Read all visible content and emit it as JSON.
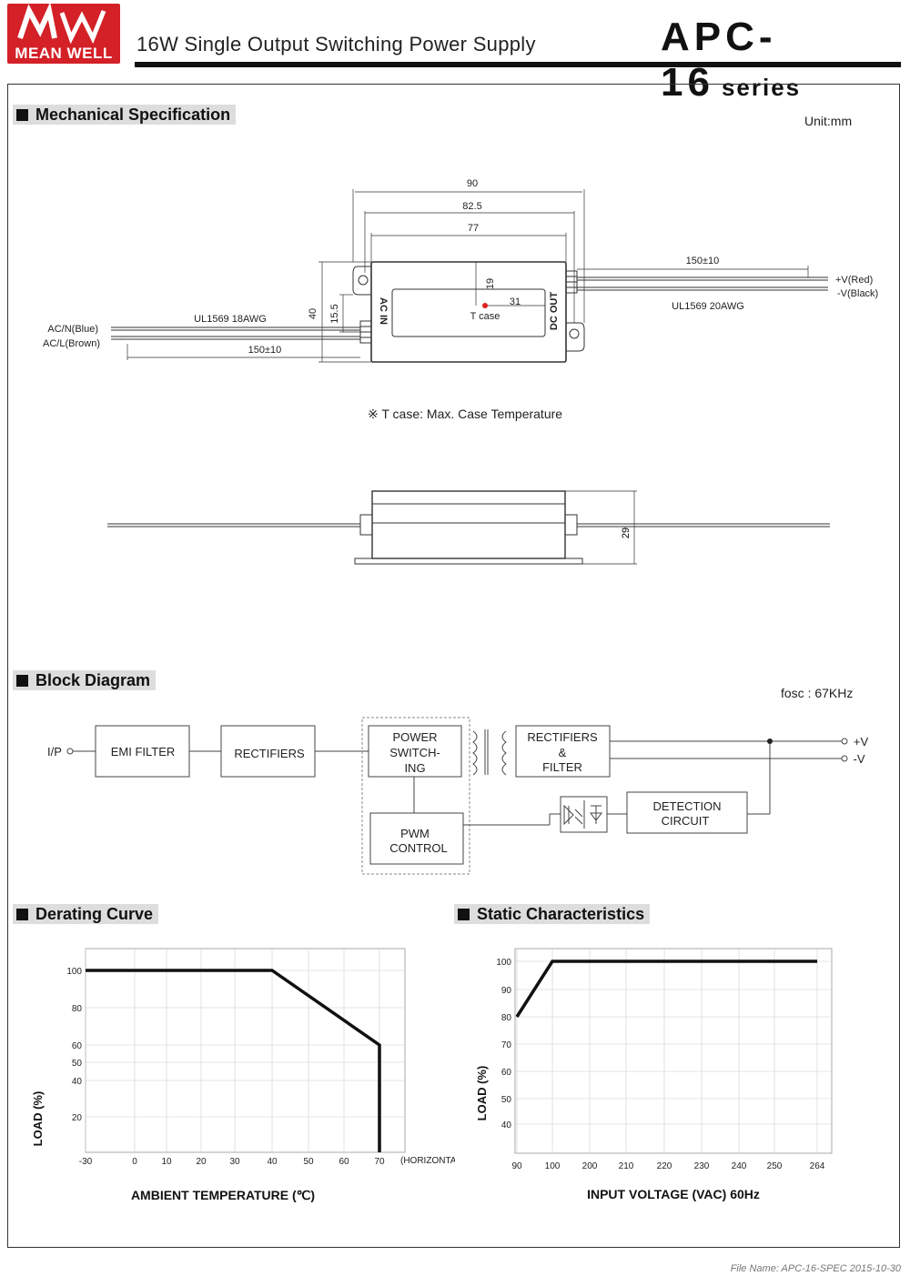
{
  "header": {
    "brand": "MEAN WELL",
    "subtitle": "16W Single Output Switching Power Supply",
    "model": "APC-16",
    "series_word": "series"
  },
  "mechanical": {
    "heading": "Mechanical Specification",
    "unit": "Unit:mm",
    "dim_90": "90",
    "dim_82_5": "82.5",
    "dim_77": "77",
    "dim_150_right": "150±10",
    "dim_150_left": "150±10",
    "dim_40": "40",
    "dim_15_5": "15.5",
    "dim_19": "19",
    "dim_31": "31",
    "dim_29": "29",
    "tcase": "T case",
    "ac_in": "AC IN",
    "dc_out": "DC OUT",
    "wire_in": "UL1569  18AWG",
    "wire_out": "UL1569  20AWG",
    "acn": "AC/N(Blue)",
    "acl": "AC/L(Brown)",
    "vpos": "+V(Red)",
    "vneg": "-V(Black)",
    "tcase_note": "※ T case: Max. Case Temperature"
  },
  "block": {
    "heading": "Block Diagram",
    "fosc": "fosc : 67KHz",
    "ip": "I/P",
    "emi": "EMI FILTER",
    "rect": "RECTIFIERS",
    "power1": "POWER",
    "power2": "SWITCH-",
    "power3": "ING",
    "rf1": "RECTIFIERS",
    "rf2": "&",
    "rf3": "FILTER",
    "pwm1": "PWM",
    "pwm2": "CONTROL",
    "det1": "DETECTION",
    "det2": "CIRCUIT",
    "vpos": "+V",
    "vneg": "-V"
  },
  "derating": {
    "heading": "Derating Curve",
    "ylabel": "LOAD (%)",
    "xlabel": "AMBIENT TEMPERATURE (℃)",
    "xnote": "(HORIZONTAL)"
  },
  "static": {
    "heading": "Static Characteristics",
    "ylabel": "LOAD (%)",
    "xlabel": "INPUT VOLTAGE (VAC) 60Hz"
  },
  "chart_data": [
    {
      "type": "line",
      "title": "Derating Curve",
      "xlabel": "AMBIENT TEMPERATURE (℃)",
      "ylabel": "LOAD (%)",
      "xticks": [
        "-30",
        "0",
        "10",
        "20",
        "30",
        "40",
        "50",
        "60",
        "70"
      ],
      "yticks": [
        "20",
        "40",
        "50",
        "60",
        "80",
        "100"
      ],
      "series": [
        {
          "x": [
            -30,
            40,
            70,
            70
          ],
          "y": [
            100,
            100,
            60,
            0
          ]
        }
      ]
    },
    {
      "type": "line",
      "title": "Static Characteristics",
      "xlabel": "INPUT VOLTAGE (VAC) 60Hz",
      "ylabel": "LOAD (%)",
      "xticks": [
        "90",
        "100",
        "200",
        "210",
        "220",
        "230",
        "240",
        "250",
        "264"
      ],
      "yticks": [
        "40",
        "50",
        "60",
        "70",
        "80",
        "90",
        "100"
      ],
      "series": [
        {
          "x": [
            90,
            100,
            264
          ],
          "y": [
            80,
            100,
            100
          ]
        }
      ]
    }
  ],
  "footer": "File Name: APC-16-SPEC   2015-10-30"
}
